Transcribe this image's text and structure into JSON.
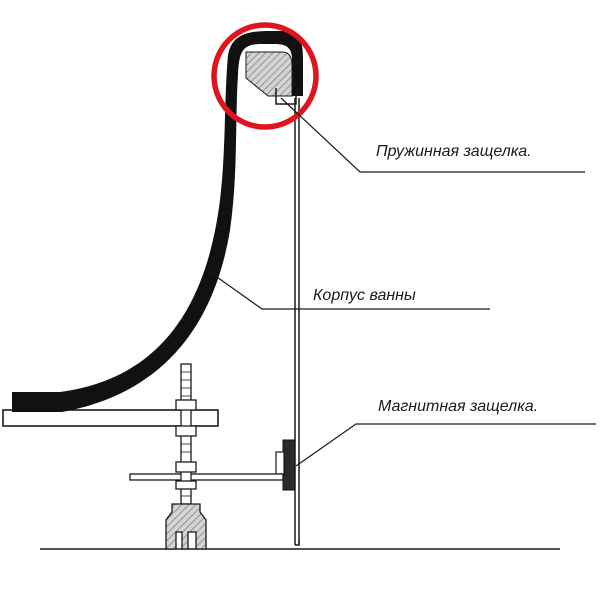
{
  "labels": {
    "spring_latch": "Пружинная защелка.",
    "tub_body": "Корпус ванны",
    "magnetic_latch": "Магнитная защелка."
  },
  "colors": {
    "outline": "#1a1a1a",
    "highlight_circle": "#e0141e",
    "hatch_fill": "#bdbdbd",
    "background": "#ffffff"
  }
}
